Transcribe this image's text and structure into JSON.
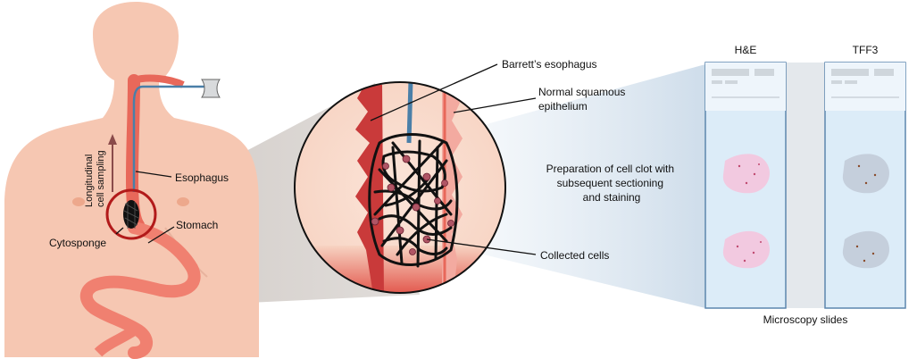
{
  "labels": {
    "longitudinal_line1": "Longitudinal",
    "longitudinal_line2": "cell sampling",
    "esophagus": "Esophagus",
    "stomach": "Stomach",
    "cytosponge": "Cytosponge",
    "barretts": "Barrett’s esophagus",
    "normal_line1": "Normal squamous",
    "normal_line2": "epithelium",
    "collected_cells": "Collected cells",
    "prep_line1": "Preparation of cell clot with",
    "prep_line2": "subsequent sectioning",
    "prep_line3": "and staining",
    "slide_he": "H&E",
    "slide_tff3": "TFF3",
    "microscopy": "Microscopy slides"
  },
  "colors": {
    "skin": "#f6c7b2",
    "esophagus_red": "#e8685a",
    "barretts_red": "#c93a3a",
    "string_blue": "#4a7fa8",
    "slide_bg": "#dcecf8",
    "he_stain": "#f2c9e0",
    "tff3_stain": "#c5cfdc",
    "zoom_cone": "#c9c2bd",
    "sponge": "#111111"
  }
}
